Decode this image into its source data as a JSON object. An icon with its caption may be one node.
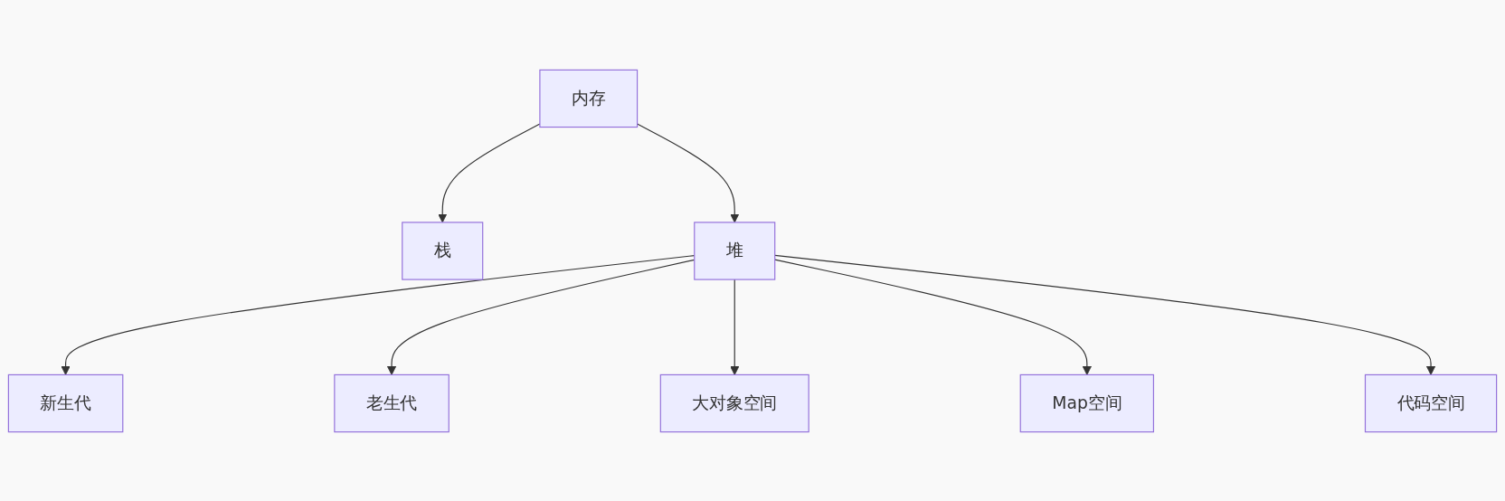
{
  "diagram": {
    "nodes": [
      {
        "text": [
          "内存"
        ]
      },
      {
        "text": [
          "栈"
        ]
      },
      {
        "text": [
          "堆"
        ]
      },
      {
        "text": [
          "新生代"
        ]
      },
      {
        "text": [
          "老生代"
        ]
      },
      {
        "text": [
          "大对象空间"
        ]
      },
      {
        "text": [
          "Map空间"
        ]
      },
      {
        "text": [
          "代码空间"
        ]
      }
    ],
    "edges": [
      {
        "from": 0,
        "to": 1,
        "arrow": "to"
      },
      {
        "from": 0,
        "to": 2,
        "arrow": "to"
      },
      {
        "from": 2,
        "to": 3,
        "arrow": "to"
      },
      {
        "from": 2,
        "to": 4,
        "arrow": "to"
      },
      {
        "from": 2,
        "to": 5,
        "arrow": "to"
      },
      {
        "from": 2,
        "to": 6,
        "arrow": "to"
      },
      {
        "from": 2,
        "to": 7,
        "arrow": "to"
      }
    ]
  }
}
